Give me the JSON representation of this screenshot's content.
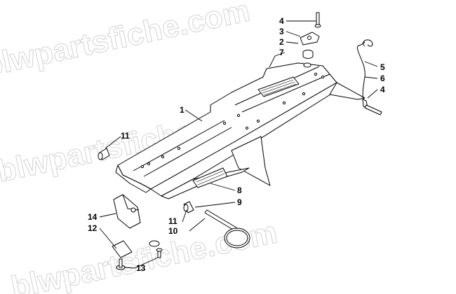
{
  "watermark": {
    "text_top": "blwpartsfiche.com",
    "text_middle": "blwpartsfiche.com",
    "text_bottom": "blwpartsfiche.com"
  },
  "callouts": [
    {
      "id": "c1",
      "label": "1"
    },
    {
      "id": "c2",
      "label": "2"
    },
    {
      "id": "c3",
      "label": "3"
    },
    {
      "id": "c4a",
      "label": "4"
    },
    {
      "id": "c4b",
      "label": "4"
    },
    {
      "id": "c5",
      "label": "5"
    },
    {
      "id": "c6",
      "label": "6"
    },
    {
      "id": "c7",
      "label": "7"
    },
    {
      "id": "c8",
      "label": "8"
    },
    {
      "id": "c9",
      "label": "9"
    },
    {
      "id": "c10",
      "label": "10"
    },
    {
      "id": "c11a",
      "label": "11"
    },
    {
      "id": "c11b",
      "label": "11"
    },
    {
      "id": "c12",
      "label": "12"
    },
    {
      "id": "c13",
      "label": "13"
    },
    {
      "id": "c14",
      "label": "14"
    }
  ]
}
